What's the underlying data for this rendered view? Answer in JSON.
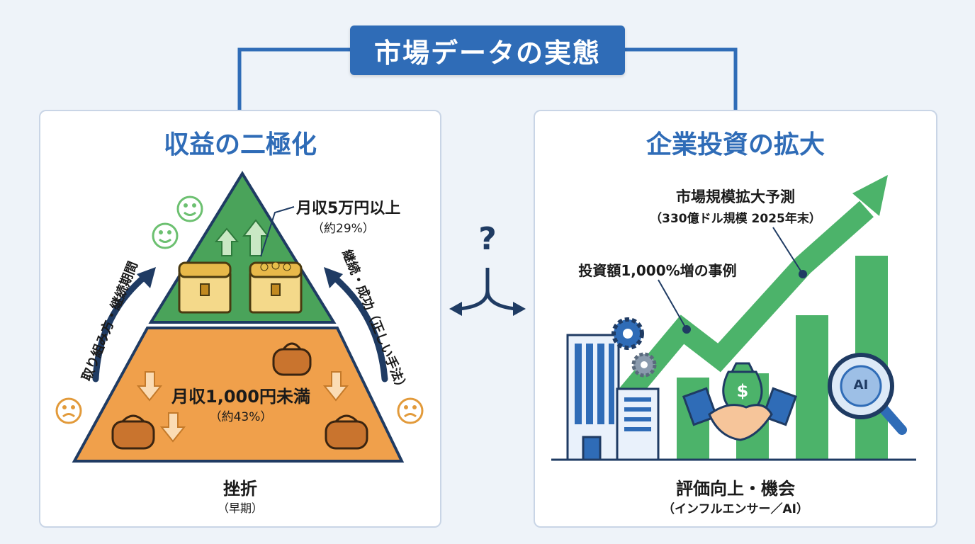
{
  "header": {
    "title": "市場データの実態"
  },
  "left_panel": {
    "title": "収益の二極化",
    "top_label": "月収5万円以上",
    "top_pct": "（約29%）",
    "bottom_label": "月収1,000円未満",
    "bottom_pct": "（約43%）",
    "left_arrow_label": "取り組み方・継続期間",
    "right_arrow_label": "継続・成功（正しい手法）",
    "footer_label": "挫折",
    "footer_sub": "（早期）"
  },
  "right_panel": {
    "title": "企業投資の拡大",
    "forecast_label": "市場規模拡大予測",
    "forecast_sub": "（330億ドル規模 2025年末）",
    "case_label": "投資額1,000%増の事例",
    "ai_badge": "AI",
    "footer_label": "評価向上・機会",
    "footer_sub": "（インフルエンサー／AI）"
  },
  "center": {
    "question_mark": "?"
  },
  "colors": {
    "brand_blue": "#2f6cb7",
    "navy": "#1f3b63",
    "pyramid_green": "#4aa35a",
    "pyramid_orange": "#f0a04b",
    "chart_green": "#4cb36a"
  },
  "icons": [
    "smiley-icon",
    "sad-face-icon",
    "treasure-chest-icon",
    "coin-purse-icon",
    "up-arrow-icon",
    "down-arrow-icon",
    "office-building-icon",
    "gear-icon",
    "money-bag-icon",
    "handshake-icon",
    "ai-magnifier-icon",
    "growth-arrow-icon"
  ]
}
